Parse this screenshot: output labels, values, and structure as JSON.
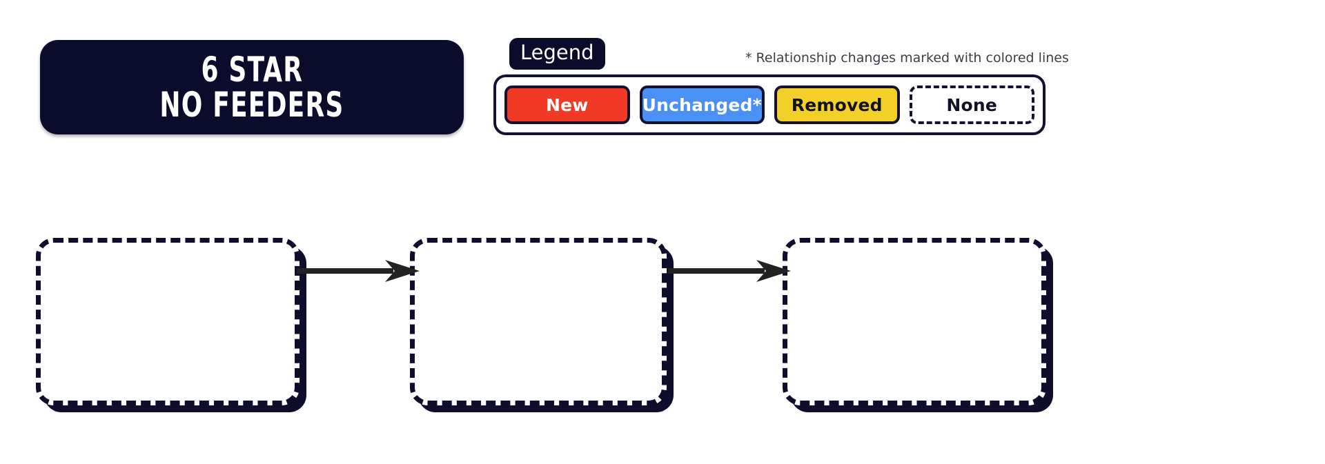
{
  "title": {
    "line1": "6 STAR",
    "line2": "NO FEEDERS"
  },
  "legend": {
    "tab_label": "Legend",
    "note": "* Relationship changes marked with colored lines",
    "items": [
      {
        "label": "New",
        "fill": "#f03a26",
        "text_color": "#ffffff"
      },
      {
        "label": "Unchanged*",
        "fill": "#4a90f5",
        "text_color": "#ffffff"
      },
      {
        "label": "Removed",
        "fill": "#f3d027",
        "text_color": "#121226"
      },
      {
        "label": "None",
        "fill": "#ffffff",
        "text_color": "#121226"
      }
    ]
  },
  "flow": {
    "nodes": [
      {
        "label": "",
        "state": "none"
      },
      {
        "label": "",
        "state": "none"
      },
      {
        "label": "",
        "state": "none"
      }
    ],
    "connectors": [
      {
        "from": 0,
        "to": 1,
        "style": "solid-arrow"
      },
      {
        "from": 1,
        "to": 2,
        "style": "solid-arrow"
      }
    ]
  },
  "colors": {
    "navy": "#0b0b2b",
    "outline": "#0e0e2c",
    "background": "#ffffff",
    "note_text": "#3d3d44",
    "arrow": "#222222"
  }
}
